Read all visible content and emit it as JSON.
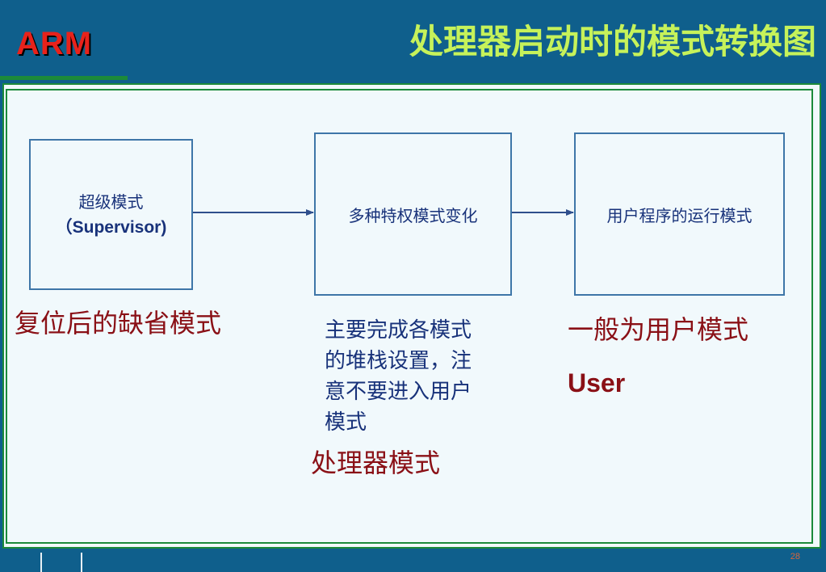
{
  "header": {
    "logo": "ARM",
    "title": "处理器启动时的模式转换图"
  },
  "diagram": {
    "box1": {
      "line1": "超级模式",
      "line2": "（Supervisor)"
    },
    "box2": {
      "label": "多种特权模式变化"
    },
    "box3": {
      "label": "用户程序的运行模式"
    }
  },
  "captions": {
    "under_box1": "复位后的缺省模式",
    "under_box3_line1": "一般为用户模式",
    "under_box3_line2": "User",
    "processor_mode": "处理器模式"
  },
  "notes": {
    "lines": [
      "主要完成各模式",
      "的堆栈设置，注",
      "意不要进入用户",
      "模式"
    ]
  },
  "footer": {
    "page_number": "28"
  },
  "colors": {
    "background": "#0f5f8c",
    "title": "#c6f25a",
    "logo": "#e8221b",
    "panel": "#f1f9fc",
    "panel_border": "#1c8a3a",
    "box_border": "#3e76a8",
    "caption": "#8a1016",
    "body_text": "#18327a"
  }
}
